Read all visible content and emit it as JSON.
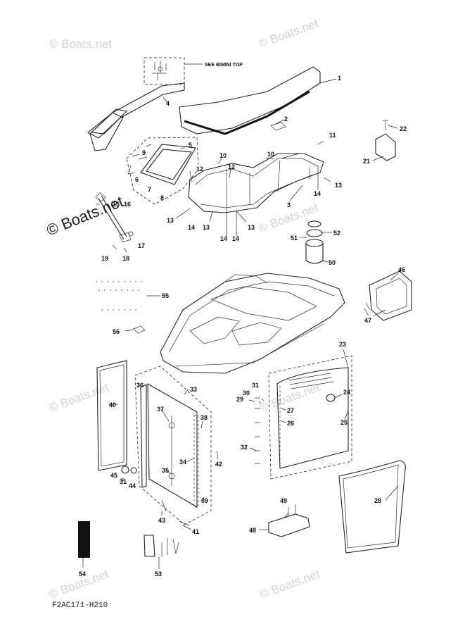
{
  "watermark": {
    "text": "Boats.net",
    "symbol": "©"
  },
  "note": {
    "see_bimini": "SEE BIMINI TOP"
  },
  "diagram_code": "F2AC171-H210",
  "callouts": {
    "c1": "1",
    "c2": "2",
    "c3": "3",
    "c4": "4",
    "c5": "5",
    "c6": "6",
    "c7": "7",
    "c8": "8",
    "c9": "9",
    "c10a": "10",
    "c10b": "10",
    "c11": "11",
    "c12a": "12",
    "c12b": "12",
    "c13a": "13",
    "c13b": "13",
    "c13c": "13",
    "c13d": "13",
    "c14a": "14",
    "c14b": "14",
    "c14c": "14",
    "c14d": "14",
    "c15": "15",
    "c16": "16",
    "c17": "17",
    "c18": "18",
    "c19": "19",
    "c21": "21",
    "c22": "22",
    "c23": "23",
    "c24": "24",
    "c25": "25",
    "c26": "26",
    "c27": "27",
    "c28": "28",
    "c29": "29",
    "c30": "30",
    "c31a": "31",
    "c31b": "31",
    "c32": "32",
    "c33": "33",
    "c34": "34",
    "c35": "35",
    "c36": "36",
    "c37": "37",
    "c38": "38",
    "c39": "39",
    "c40": "40",
    "c41": "41",
    "c42": "42",
    "c43": "43",
    "c44": "44",
    "c45": "45",
    "c46": "46",
    "c47": "47",
    "c48": "48",
    "c49": "49",
    "c50": "50",
    "c51": "51",
    "c52": "52",
    "c53": "53",
    "c54": "54",
    "c55": "55",
    "c56": "56"
  }
}
